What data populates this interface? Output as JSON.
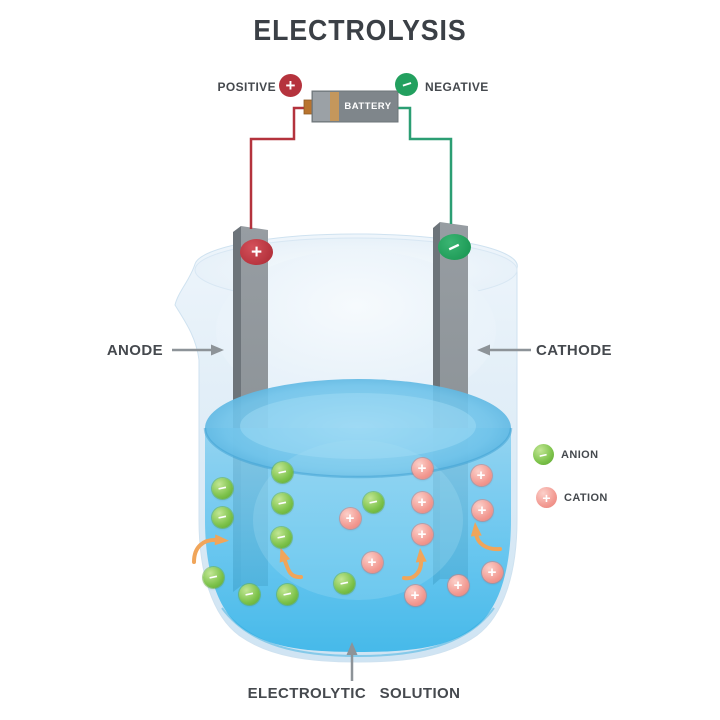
{
  "title": "ELECTROLYSIS",
  "battery": {
    "label": "BATTERY",
    "positive_label": "POSITIVE",
    "negative_label": "NEGATIVE"
  },
  "electrode_labels": {
    "anode": "ANODE",
    "cathode": "CATHODE"
  },
  "legend": {
    "anion_label": "ANION",
    "cation_label": "CATION"
  },
  "solution_label": "ELECTROLYTIC SOLUTION",
  "symbols": {
    "plus": "+",
    "minus": "−"
  },
  "colors": {
    "positive_red": "#b5333d",
    "negative_green": "#23a05f",
    "wire_red": "#b4333d",
    "wire_green": "#2b9e73",
    "anion_green": "#7cc24a",
    "cation_salmon": "#f2988f",
    "solution_blue": "#2fb2e8",
    "flow_arrow_orange": "#f0a55a",
    "pointer_gray": "#8d9398",
    "label_gray": "#45494e",
    "battery_gray": "#7f868b",
    "battery_stripe": "#c4975c",
    "electrode_gray": "#8e959a"
  },
  "ions": {
    "anion_positions": [
      [
        282,
        472
      ],
      [
        222,
        488
      ],
      [
        282,
        503
      ],
      [
        222,
        517
      ],
      [
        281,
        537
      ],
      [
        373,
        502
      ],
      [
        213,
        577
      ],
      [
        249,
        594
      ],
      [
        287,
        594
      ],
      [
        344,
        583
      ]
    ],
    "cation_positions": [
      [
        422,
        468
      ],
      [
        481,
        475
      ],
      [
        422,
        502
      ],
      [
        482,
        510
      ],
      [
        350,
        518
      ],
      [
        422,
        534
      ],
      [
        372,
        562
      ],
      [
        492,
        572
      ],
      [
        458,
        585
      ],
      [
        415,
        595
      ]
    ]
  }
}
